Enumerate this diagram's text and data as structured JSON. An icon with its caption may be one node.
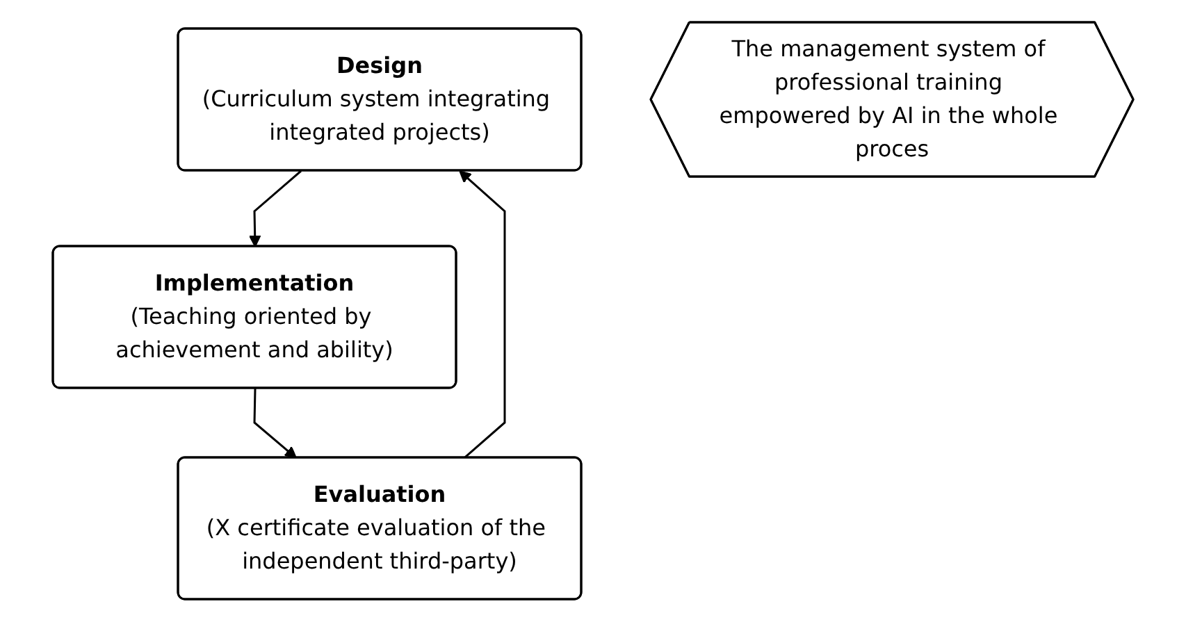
{
  "diagram": {
    "nodes": [
      {
        "text": [
          "Design",
          "(Curriculum system integrating integrated projects)"
        ]
      },
      {
        "text": [
          "Implementation",
          "(Teaching oriented by achievement and ability)"
        ]
      },
      {
        "text": [
          "Evaluation",
          "(X certificate evaluation of the independent third-party)"
        ]
      },
      {
        "text": [
          "The management system of professional training empowered by AI in the whole proces"
        ]
      }
    ],
    "edges": [
      {
        "from": 0,
        "to": 1,
        "arrow": "to"
      },
      {
        "from": 1,
        "to": 2,
        "arrow": "to"
      },
      {
        "from": 2,
        "to": 0,
        "arrow": "to"
      }
    ]
  }
}
